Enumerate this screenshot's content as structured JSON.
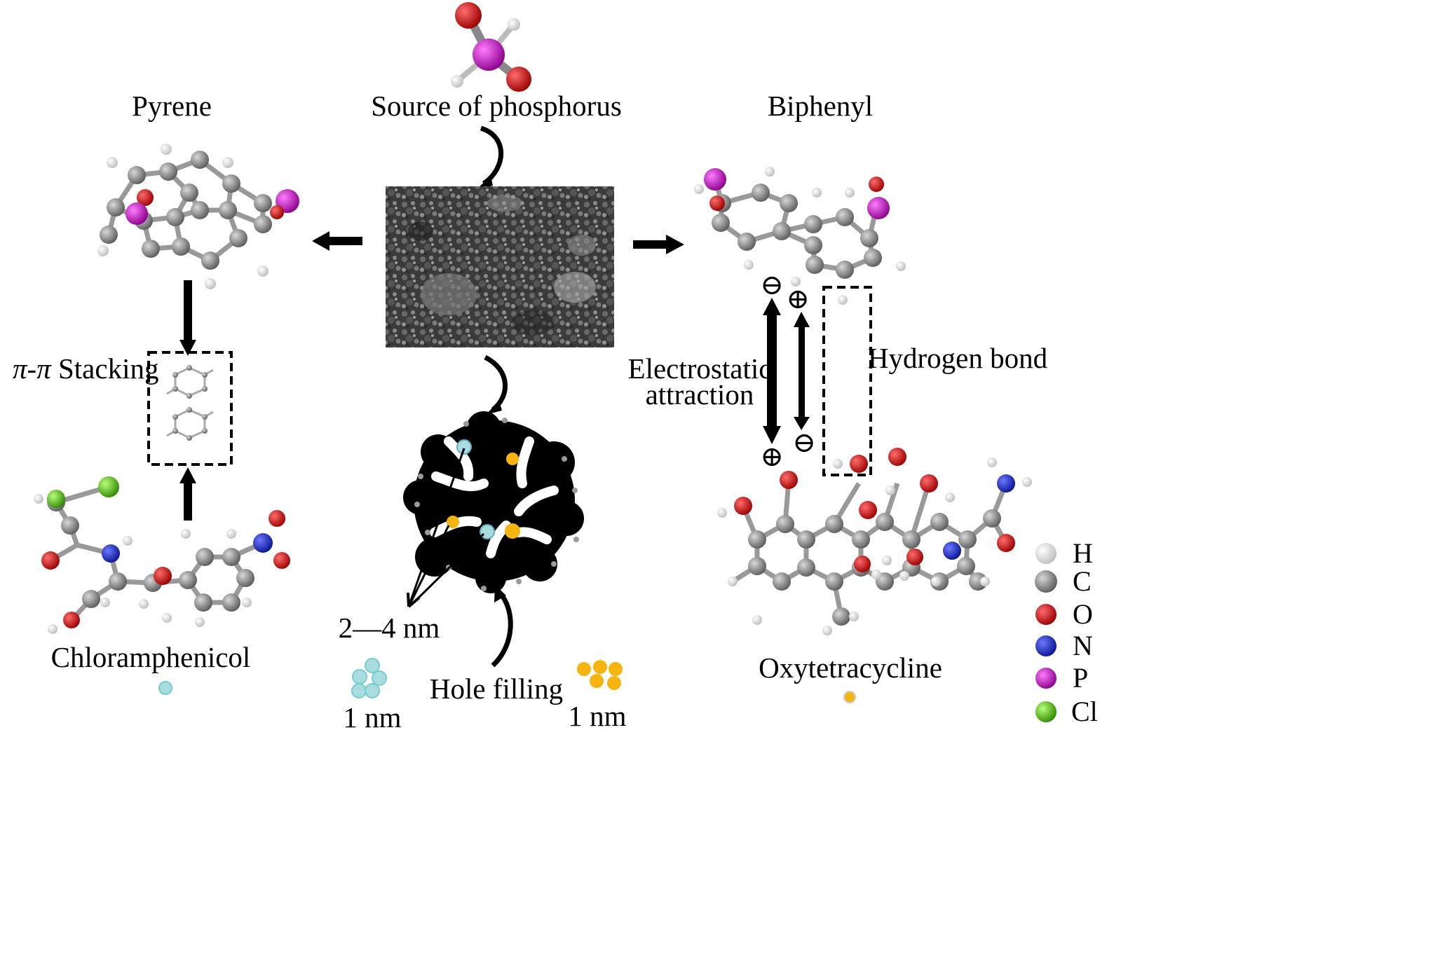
{
  "labels": {
    "pyrene": "Pyrene",
    "source": "Source of phosphorus",
    "biphenyl": "Biphenyl",
    "pi_stacking_italic": "π-π",
    "pi_stacking_text": " Stacking",
    "electrostatic_1": "Electrostatic",
    "electrostatic_2": "attraction",
    "hydrogen_bond": "Hydrogen bond",
    "chloramphenicol": "Chloramphenicol",
    "oxytetracycline": "Oxytetracycline",
    "pore_size": "2—4 nm",
    "hole_filling": "Hole filling",
    "size_cyan": "1 nm",
    "size_yellow": "1 nm"
  },
  "charges": {
    "minus": "⊖",
    "plus": "⊕"
  },
  "legend": [
    {
      "symbol": "H",
      "color": "#e8e8e8"
    },
    {
      "symbol": "C",
      "color": "#8a8a8a"
    },
    {
      "symbol": "O",
      "color": "#d11a1a"
    },
    {
      "symbol": "N",
      "color": "#1a2ad1"
    },
    {
      "symbol": "P",
      "color": "#d21ad2"
    },
    {
      "symbol": "Cl",
      "color": "#58c81e"
    }
  ],
  "colors": {
    "hydrogen": "#e8e8e8",
    "carbon": "#8a8a8a",
    "oxygen": "#d11a1a",
    "nitrogen": "#1a2ad1",
    "phosphorus": "#d21ad2",
    "chlorine": "#58c81e",
    "cyan_particle": "#a8dde0",
    "yellow_particle": "#f6b40e"
  },
  "icons": {
    "sem_image": "sem-micrograph",
    "pore_particle": "porous-carbon-particle",
    "curved_arrow": "curved-arrow-icon",
    "straight_arrow": "arrow-icon"
  }
}
